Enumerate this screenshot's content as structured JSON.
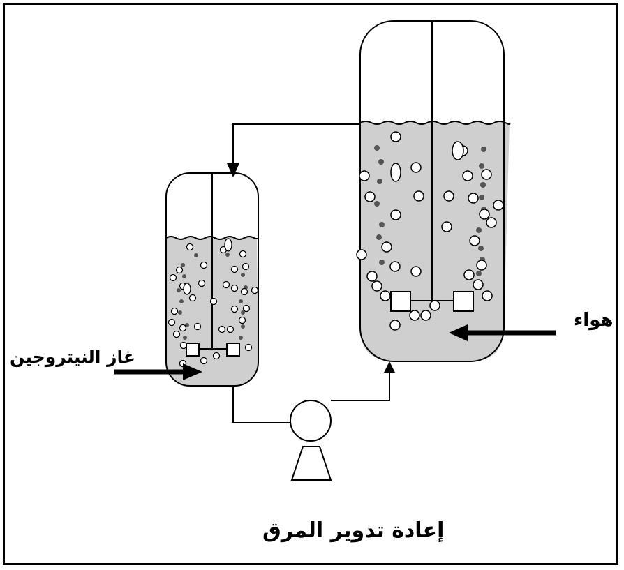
{
  "labels": {
    "air": "هواء",
    "nitrogen": "غاز النيتروجين",
    "recycle": "إعادة تدوير المرق"
  },
  "colors": {
    "liquid": "#cfcfcf",
    "stroke": "#000000",
    "dark_dot": "#555555",
    "bubble": "#ffffff"
  }
}
